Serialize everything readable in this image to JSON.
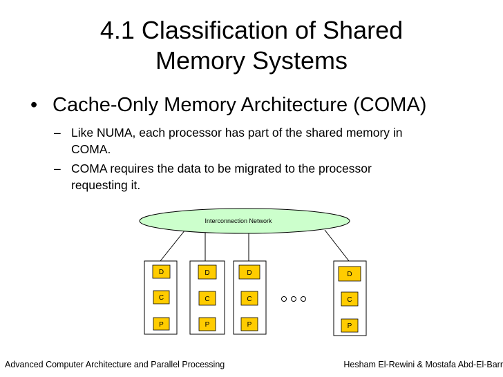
{
  "title": {
    "line1": "4.1 Classification of Shared",
    "line2": "Memory Systems"
  },
  "bullet": {
    "symbol": "•",
    "text": "Cache-Only Memory Architecture (COMA)"
  },
  "subbullets": [
    {
      "dash": "–",
      "line1": "Like NUMA, each processor has part of the shared memory in",
      "line2": "COMA."
    },
    {
      "dash": "–",
      "line1": "COMA requires the data to be migrated to the processor",
      "line2": "requesting it."
    }
  ],
  "diagram": {
    "network_label": "Interconnection Network",
    "nodes": [
      {
        "d": "D",
        "c": "C",
        "p": "P"
      },
      {
        "d": "D",
        "c": "C",
        "p": "P"
      },
      {
        "d": "D",
        "c": "C",
        "p": "P"
      },
      {
        "d": "D",
        "c": "C",
        "p": "P"
      }
    ],
    "colors": {
      "network_fill": "#ccffcc",
      "box_fill": "#ffcc00"
    }
  },
  "footer": {
    "left": "Advanced Computer Architecture and Parallel Processing",
    "right": "Hesham El-Rewini & Mostafa Abd-El-Barr"
  }
}
